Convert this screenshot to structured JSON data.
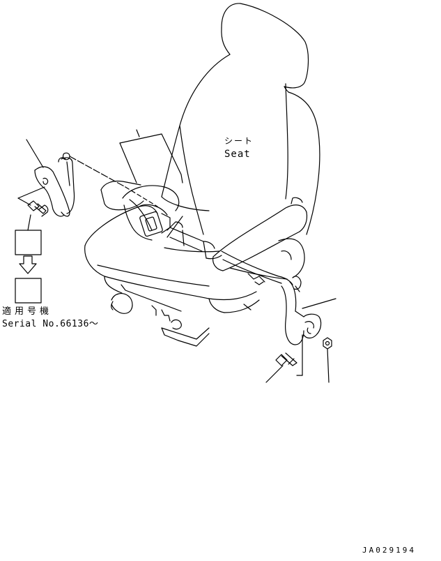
{
  "labels": {
    "seat_ja": "シート",
    "seat_en": "Seat",
    "serial_ja": "適用号機",
    "serial_en": "Serial No.66136～",
    "drawing_code": "JA029194"
  }
}
